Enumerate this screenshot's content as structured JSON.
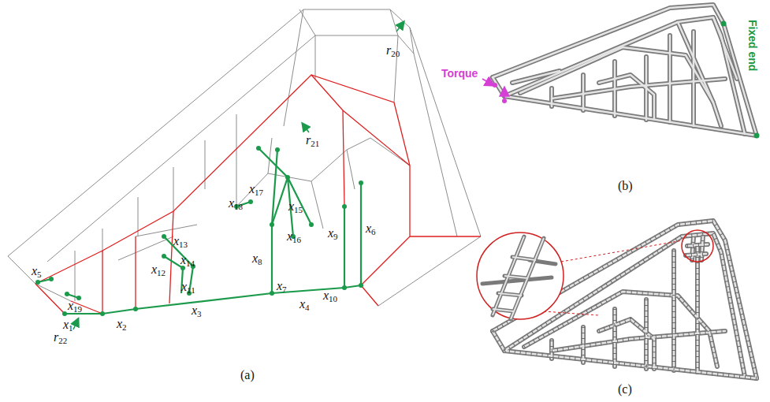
{
  "diagram": {
    "labels": [
      "x5",
      "x19",
      "x1",
      "r22",
      "x2",
      "x3",
      "x12",
      "x13",
      "x14",
      "x11",
      "x4",
      "x7",
      "x8",
      "x10",
      "x9",
      "x6",
      "x16",
      "x15",
      "x17",
      "x18",
      "r21",
      "r20",
      "(a)",
      "Torque",
      "Fixed end",
      "(b)",
      "(c)"
    ]
  }
}
